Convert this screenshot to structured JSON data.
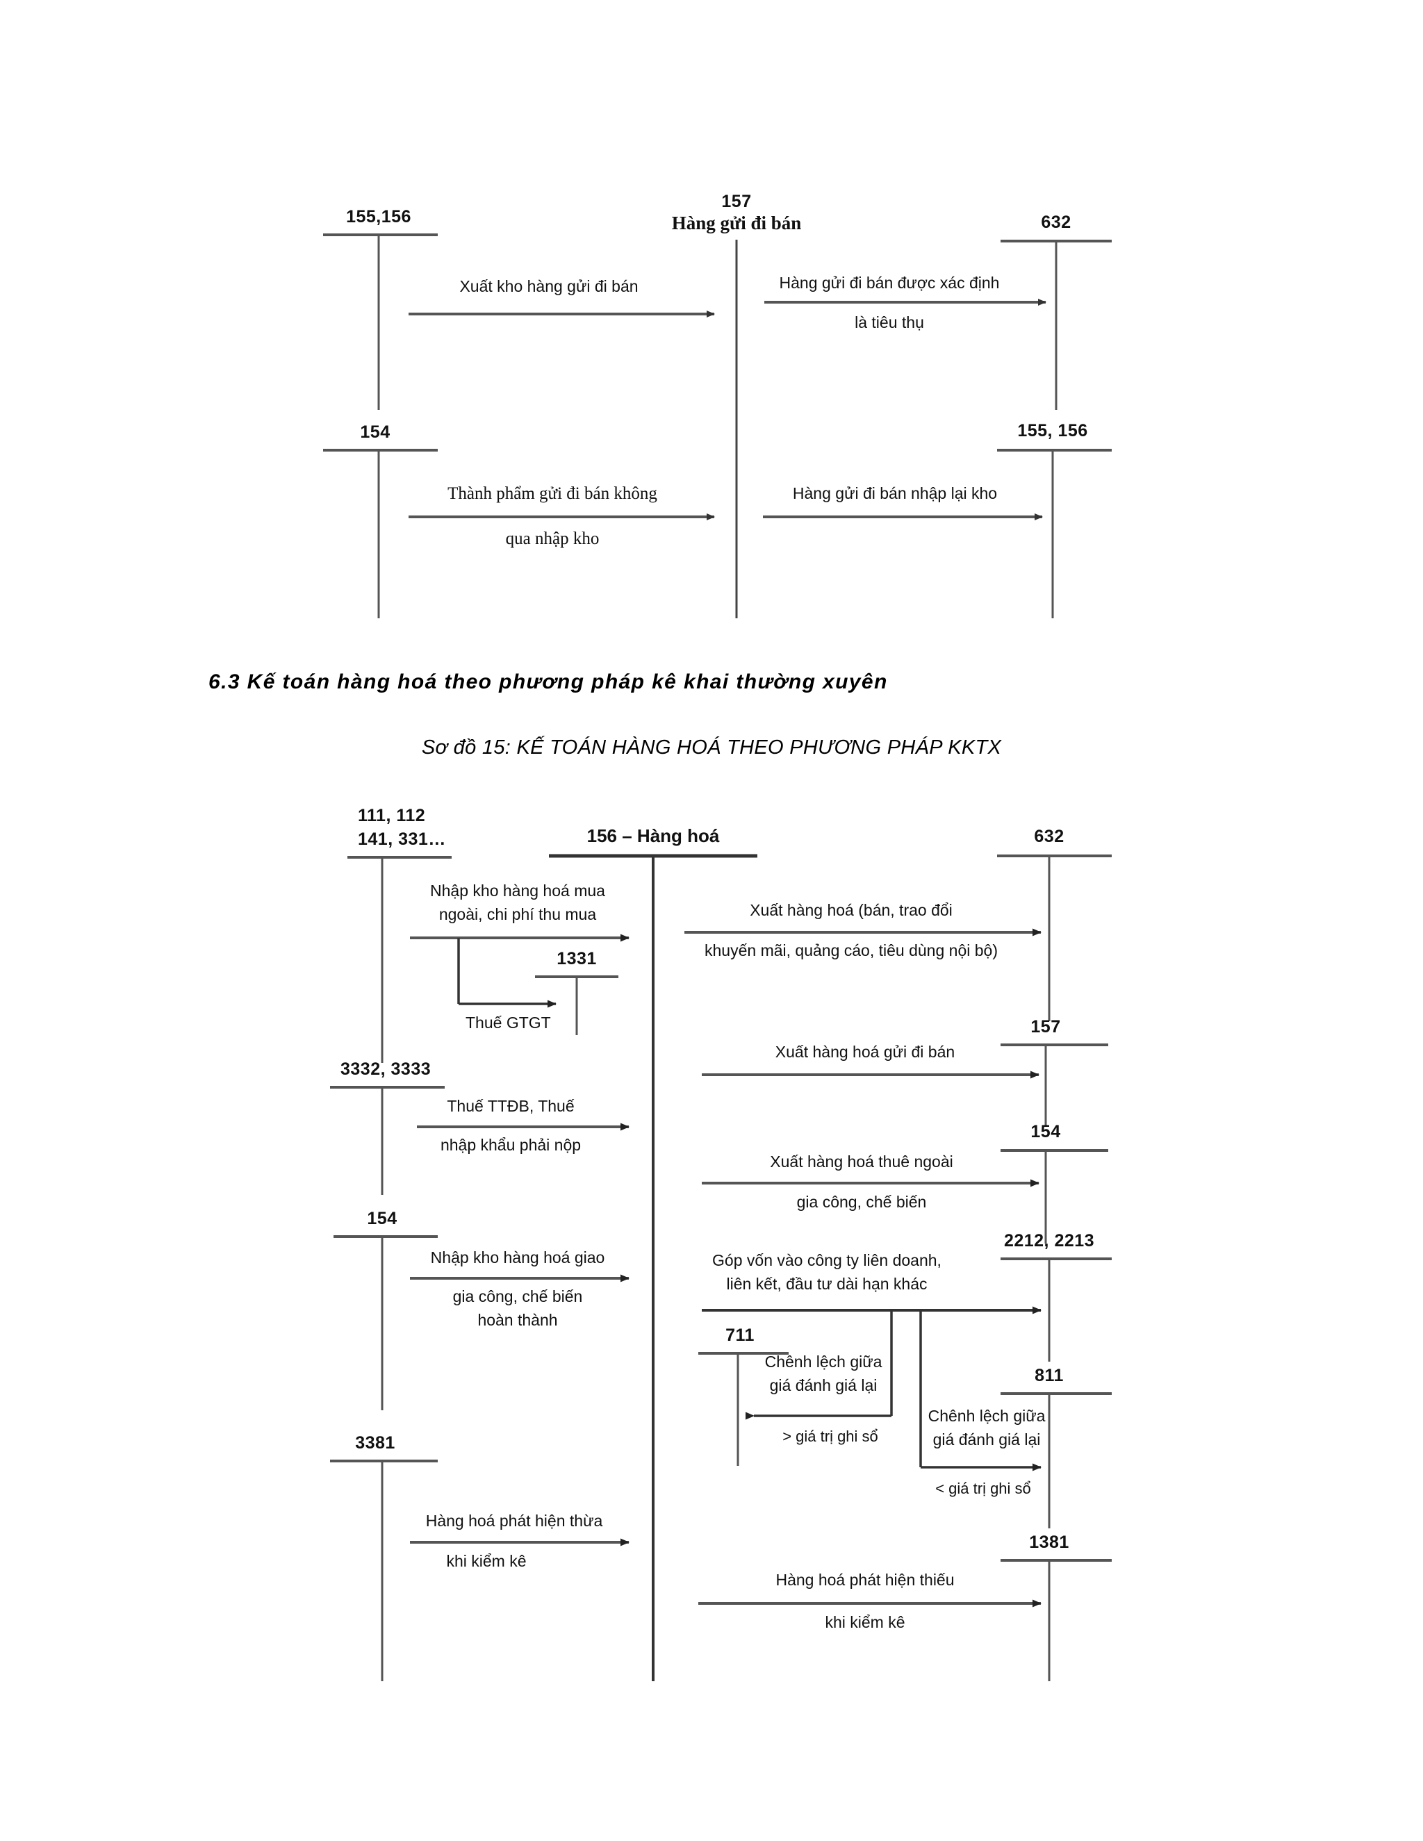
{
  "document": {
    "section_heading": "6.3 Kế toán hàng hoá theo phương pháp kê khai thường xuyên",
    "figure_caption": "Sơ đồ 15: KẾ TOÁN HÀNG HOÁ THEO PHƯƠNG PHÁP KKTX"
  },
  "diagram_top": {
    "center_account_number": "157",
    "center_account_name": "Hàng gửi đi bán",
    "accounts": {
      "left_top": "155,156",
      "left_bottom": "154",
      "right_top": "632",
      "right_bottom": "155, 156"
    },
    "flows": [
      {
        "id": "f1",
        "from": "155,156",
        "to": "157",
        "line1": "Xuất kho hàng gửi đi bán",
        "line2": ""
      },
      {
        "id": "f2",
        "from": "157",
        "to": "632",
        "line1": "Hàng gửi đi bán được xác định",
        "line2": "là tiêu thụ"
      },
      {
        "id": "f3",
        "from": "154",
        "to": "157",
        "line1": "Thành phẩm gửi đi bán không",
        "line2": "qua nhập kho"
      },
      {
        "id": "f4",
        "from": "157",
        "to": "155, 156",
        "line1": "Hàng gửi đi bán nhập lại kho",
        "line2": ""
      }
    ]
  },
  "diagram_main": {
    "center_account": "156 – Hàng hoá",
    "left_accounts": [
      {
        "id": "a1",
        "label_line1": "111, 112",
        "label_line2": "141, 331…"
      },
      {
        "id": "a2",
        "label_line1": "3332, 3333",
        "label_line2": ""
      },
      {
        "id": "a3",
        "label_line1": "154",
        "label_line2": ""
      },
      {
        "id": "a4",
        "label_line1": "3381",
        "label_line2": ""
      }
    ],
    "mid_accounts": [
      {
        "id": "m1",
        "label": "1331"
      },
      {
        "id": "m2",
        "label": "711"
      }
    ],
    "right_accounts": [
      {
        "id": "r1",
        "label": "632"
      },
      {
        "id": "r2",
        "label": "157"
      },
      {
        "id": "r3",
        "label": "154"
      },
      {
        "id": "r4",
        "label": "2212, 2213"
      },
      {
        "id": "r5",
        "label": "811"
      },
      {
        "id": "r6",
        "label": "1381"
      }
    ],
    "flows_left": [
      {
        "id": "L1",
        "line1": "Nhập kho hàng hoá mua",
        "line2": "ngoài, chi phí thu mua"
      },
      {
        "id": "L2",
        "line1": "Thuế GTGT",
        "line2": ""
      },
      {
        "id": "L3",
        "line1": "Thuế TTĐB, Thuế",
        "line2": "nhập khẩu phải nộp"
      },
      {
        "id": "L4",
        "line1": "Nhập kho hàng hoá giao",
        "line2": "gia công, chế biến",
        "line3": "hoàn thành"
      },
      {
        "id": "L5",
        "line1": "Hàng hoá phát hiện thừa",
        "line2": "khi kiểm kê"
      }
    ],
    "flows_right": [
      {
        "id": "R1",
        "line1": "Xuất hàng hoá (bán, trao đổi",
        "line2": "khuyến mãi, quảng cáo, tiêu dùng nội bộ)"
      },
      {
        "id": "R2",
        "line1": "Xuất hàng hoá gửi đi bán",
        "line2": ""
      },
      {
        "id": "R3",
        "line1": "Xuất hàng hoá thuê ngoài",
        "line2": "gia công, chế biến"
      },
      {
        "id": "R4",
        "line1": "Góp vốn vào công ty liên doanh,",
        "line2": "liên kết, đầu tư dài hạn khác"
      },
      {
        "id": "R5",
        "line1": "Chênh lệch giữa",
        "line2": "giá đánh giá lại",
        "line3": "> giá trị ghi sổ"
      },
      {
        "id": "R6",
        "line1": "Chênh lệch giữa",
        "line2": "giá đánh giá lại",
        "line3": "< giá trị ghi sổ"
      },
      {
        "id": "R7",
        "line1": "Hàng hoá phát hiện thiếu",
        "line2": "khi kiểm kê"
      }
    ]
  },
  "colors": {
    "ink": "#111111",
    "rule": "#555555",
    "page_bg": "#ffffff"
  }
}
